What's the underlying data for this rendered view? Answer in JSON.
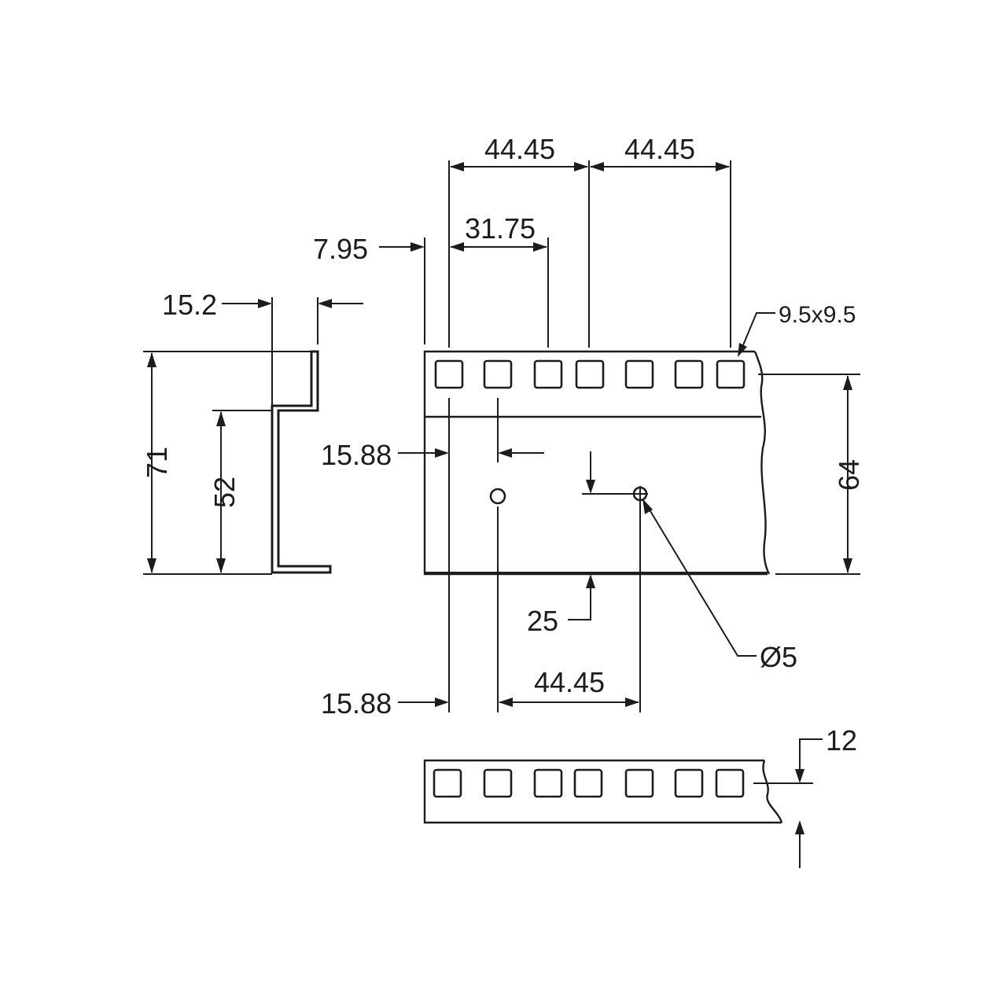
{
  "dimensions": {
    "top_pitch_left": "44.45",
    "top_pitch_right": "44.45",
    "hole_spacing": "31.75",
    "edge_offset": "7.95",
    "profile_depth": "15.2",
    "square_hole_size": "9.5x9.5",
    "overall_height": "71",
    "lower_height": "52",
    "front_height": "64",
    "hole_offset_x": "15.88",
    "hole_height": "25",
    "hole_diameter": "Ø5",
    "bottom_edge_offset": "15.88",
    "bottom_pitch": "44.45",
    "strip_width": "12"
  },
  "square_holes_per_row": 7,
  "round_holes": 2
}
